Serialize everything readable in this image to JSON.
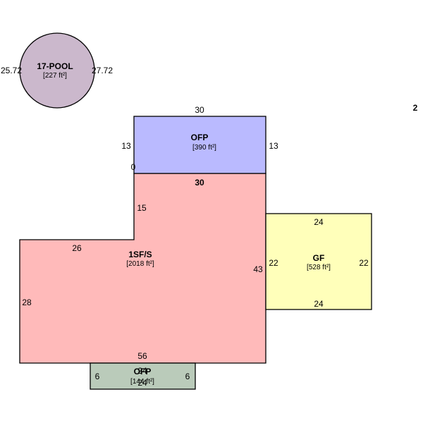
{
  "page_number": "2",
  "colors": {
    "pool": "#cbb8cc",
    "ofp_top": "#babaff",
    "main": "#ffbaba",
    "garage": "#ffffba",
    "ofp_bottom": "#bacbba"
  },
  "pool": {
    "name": "17-POOL",
    "area": "[227 ft²]",
    "dim_left": "25.72",
    "dim_right": "27.72"
  },
  "ofp_top": {
    "name": "OFP",
    "area": "[390 ft²]",
    "dim_top": "30",
    "dim_left": "13",
    "dim_right": "13",
    "dim_bottom": "30",
    "dim_zero": "0"
  },
  "main": {
    "name": "1SF/S",
    "area": "[2018 ft²]",
    "dim_step_vertical": "15",
    "dim_step_horizontal": "26",
    "dim_left": "28",
    "dim_right": "43",
    "dim_bottom": "56"
  },
  "garage": {
    "name": "GF",
    "area": "[528 ft²]",
    "dim_top": "24",
    "dim_left": "22",
    "dim_right": "22",
    "dim_bottom": "24"
  },
  "ofp_bottom": {
    "name": "OFP",
    "area": "[144 ft²]",
    "dim_top": "24",
    "dim_left": "6",
    "dim_right": "6",
    "dim_bottom": "24"
  }
}
